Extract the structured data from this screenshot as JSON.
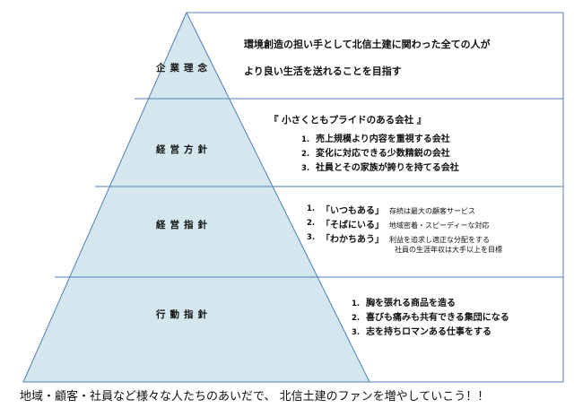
{
  "levels": {
    "philosophy": {
      "label": "企業理念",
      "lines": [
        "環境創造の担い手として北信土建に関わった全ての人が",
        "より良い生活を送れることを目指す"
      ]
    },
    "policy": {
      "label": "経営方針",
      "motto": "『 小さくともプライドのある会社 』",
      "items": [
        "売上規模より内容を重視する会社",
        "変化に対応できる少数精鋭の会社",
        "社員とその家族が誇りを持てる会社"
      ]
    },
    "guidelines": {
      "label": "経営指針",
      "items": [
        {
          "head": "「いつもある」",
          "desc": "存続は最大の顧客サービス"
        },
        {
          "head": "「そばにいる」",
          "desc": "地域密着・スピーディーな対応"
        },
        {
          "head": "「わかちあう」",
          "desc": "利益を追求し適正な分配をする"
        }
      ],
      "extra": "社員の生涯年収は大手以上を目標"
    },
    "conduct": {
      "label": "行動指針",
      "items": [
        "胸を張れる商品を造る",
        "喜びも痛みも共有できる集団になる",
        "志を持ちロマンある仕事をする"
      ]
    }
  },
  "footer": "地域・顧客・社員など様々な人たちのあいだで、 北信土建のファンを増やしていこう！！",
  "colors": {
    "pyramid_fill": "#d4e7ef",
    "line": "#4f7fb8"
  }
}
